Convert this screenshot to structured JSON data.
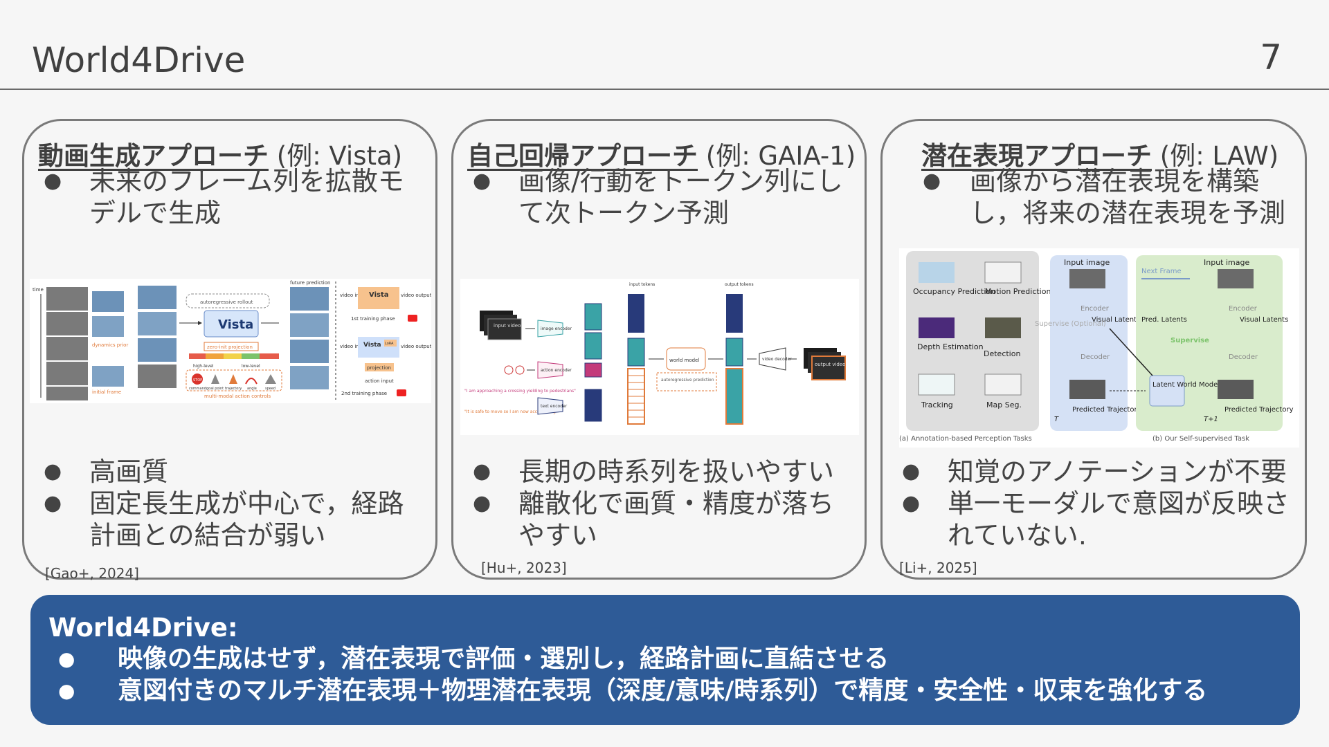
{
  "slide": {
    "title": "World4Drive",
    "page_number": "7"
  },
  "panels": [
    {
      "heading": "動画生成アプローチ",
      "heading_suffix": " (例: Vista)",
      "top_bullets": [
        "未来のフレーム列を拡散モデルで生成"
      ],
      "bottom_bullets": [
        "高画質",
        "固定長生成が中心で，経路計画との結合が弱い"
      ],
      "reference": "[Gao+, 2024]",
      "figure": {
        "time_label": "time",
        "dynamics_label": "dynamics prior",
        "initial_label": "initial frame",
        "autoreg_label": "autoregressive rollout",
        "model_name": "Vista",
        "zero_init_label": "zero-init projection",
        "high_level": "high-level",
        "low_level": "low-level",
        "action_items": [
          "command",
          "goal point",
          "trajectory",
          "angle",
          "speed"
        ],
        "action_caption": "multi-modal action controls",
        "future_label": "future prediction",
        "video_input": "video input",
        "video_output": "video output",
        "phase1": "1st training phase",
        "phase2": "2nd training phase",
        "lora": "LoRA",
        "projection": "projection",
        "action_input": "action input"
      }
    },
    {
      "heading": "自己回帰アプローチ",
      "heading_suffix": " (例: GAIA-1)",
      "top_bullets": [
        "画像/行動をトークン列にして次トークン予測"
      ],
      "bottom_bullets": [
        "長期の時系列を扱いやすい",
        "離散化で画質・精度が落ちやすい"
      ],
      "reference": "[Hu+, 2023]",
      "figure": {
        "input_video": "input video",
        "image_encoder": "image encoder",
        "action_encoder": "action encoder",
        "text_encoder": "text encoder",
        "input_tokens": "input tokens",
        "output_tokens": "output tokens",
        "world_model": "world model",
        "autoreg_pred": "autoregressive prediction",
        "video_decoder": "video decoder",
        "output_video": "output video",
        "quote1": "\"I am approaching a crossing yielding to pedestrians\"",
        "quote2": "\"It is safe to move so I am now accelerating\""
      }
    },
    {
      "heading": "潜在表現アプローチ",
      "heading_suffix": " (例: LAW)",
      "top_bullets": [
        "画像から潜在表現を構築し，将来の潜在表現を予測"
      ],
      "bottom_bullets": [
        "知覚のアノテーションが不要",
        "単一モーダルで意図が反映されていない."
      ],
      "reference": "[Li+, 2025]",
      "figure": {
        "tasks": [
          "Occupancy Prediction",
          "Motion Prediction",
          "Depth Estimation",
          "Detection",
          "Tracking",
          "Map Seg."
        ],
        "input_image": "Input image",
        "encoder": "Encoder",
        "decoder": "Decoder",
        "visual_latents": "Visual Latents",
        "predicted_trajectory": "Predicted Trajectory",
        "supervise_optional": "Supervise (Optional)",
        "next_frame": "Next Frame",
        "pred_latents": "Pred. Latents",
        "latent_world_model": "Latent World Model",
        "supervise": "Supervise",
        "t_label": "T",
        "t1_label": "T+1",
        "caption_a": "(a) Annotation-based Perception Tasks",
        "caption_b": "(b) Our Self-supervised Task"
      }
    }
  ],
  "summary": {
    "title": "World4Drive:",
    "bullets": [
      "映像の生成はせず，潜在表現で評価・選別し，経路計画に直結させる",
      "意図付きのマルチ潜在表現＋物理潜在表現（深度/意味/時系列）で精度・安全性・収束を強化する"
    ]
  },
  "colors": {
    "summary_bg": "#2e5b97",
    "token_teal": "#3aa3a6",
    "token_navy": "#283a7a",
    "token_orange": "#e07a3a",
    "panel_blue": "#d5e1f5",
    "panel_green": "#d9eccc"
  }
}
